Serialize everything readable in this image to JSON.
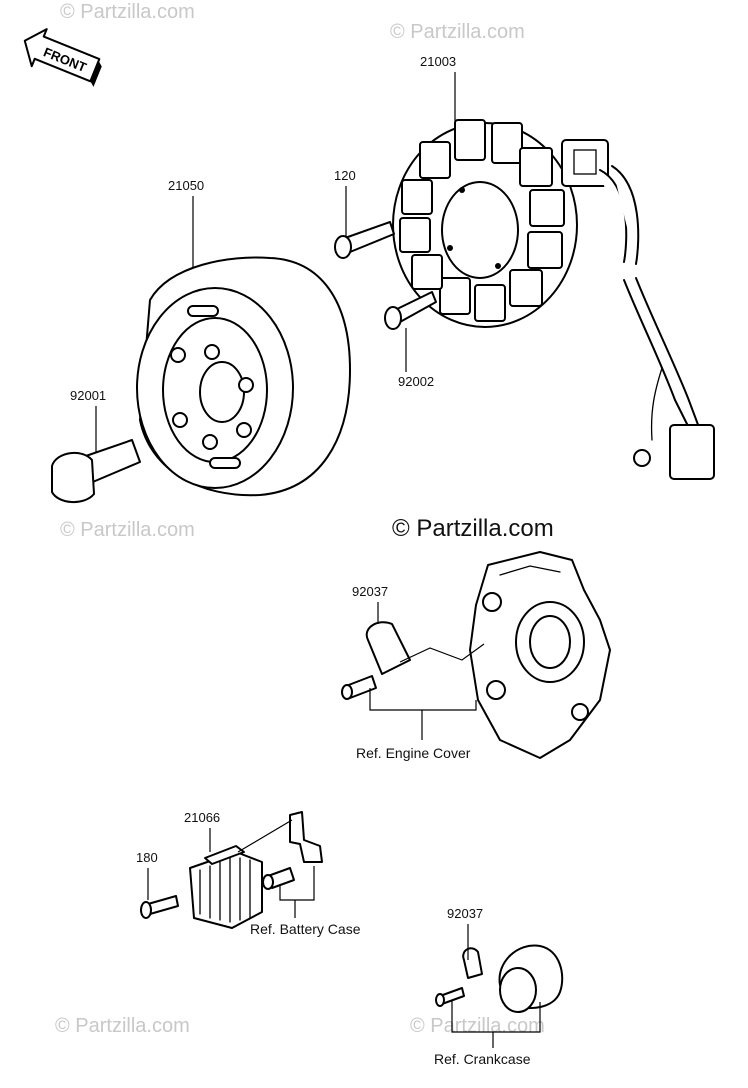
{
  "front_badge": "FRONT",
  "watermarks": {
    "small": "© Partzilla.com",
    "center": "© Partzilla.com"
  },
  "parts": {
    "stator": "21003",
    "bolt_120": "120",
    "flywheel": "21050",
    "bolt_92002": "92002",
    "bolt_92001": "92001",
    "clamp_upper": "92037",
    "regulator": "21066",
    "bolt_180": "180",
    "clamp_lower": "92037"
  },
  "references": {
    "engine_cover": "Ref. Engine Cover",
    "battery_case": "Ref. Battery Case",
    "crankcase": "Ref. Crankcase"
  }
}
